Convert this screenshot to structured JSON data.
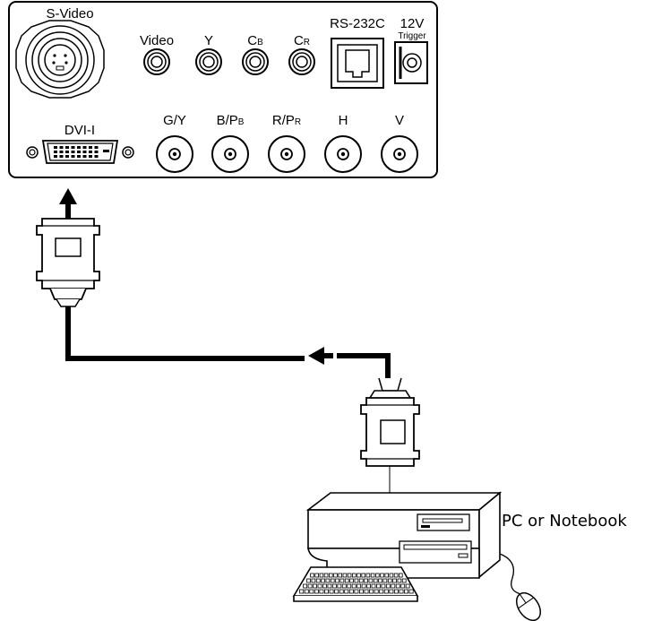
{
  "panel": {
    "ports": {
      "svideo": "S-Video",
      "video": "Video",
      "y": "Y",
      "cb_main": "C",
      "cb_sub": "B",
      "cr_main": "C",
      "cr_sub": "R",
      "rs232c": "RS-232C",
      "trigger_volt": "12V",
      "trigger": "Trigger",
      "dvi": "DVI-I",
      "gy": "G/Y",
      "bpb_main": "B/P",
      "bpb_sub": "B",
      "rpr_main": "R/P",
      "rpr_sub": "R",
      "h": "H",
      "v": "V"
    }
  },
  "computer": {
    "label": "PC or Notebook"
  }
}
